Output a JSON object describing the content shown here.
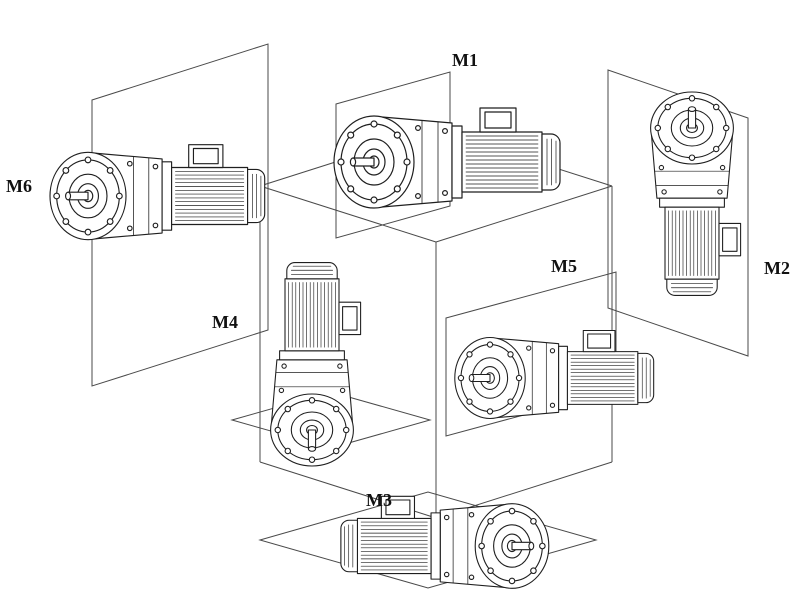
{
  "diagram": {
    "background": "#ffffff",
    "structure_line_color": "#4a4a4a",
    "drawing_line_color": "#1f1f1f",
    "label_color": "#111111",
    "positions": [
      {
        "id": "m1",
        "label": "M1"
      },
      {
        "id": "m2",
        "label": "M2"
      },
      {
        "id": "m3",
        "label": "M3"
      },
      {
        "id": "m4",
        "label": "M4"
      },
      {
        "id": "m5",
        "label": "M5"
      },
      {
        "id": "m6",
        "label": "M6"
      }
    ]
  }
}
